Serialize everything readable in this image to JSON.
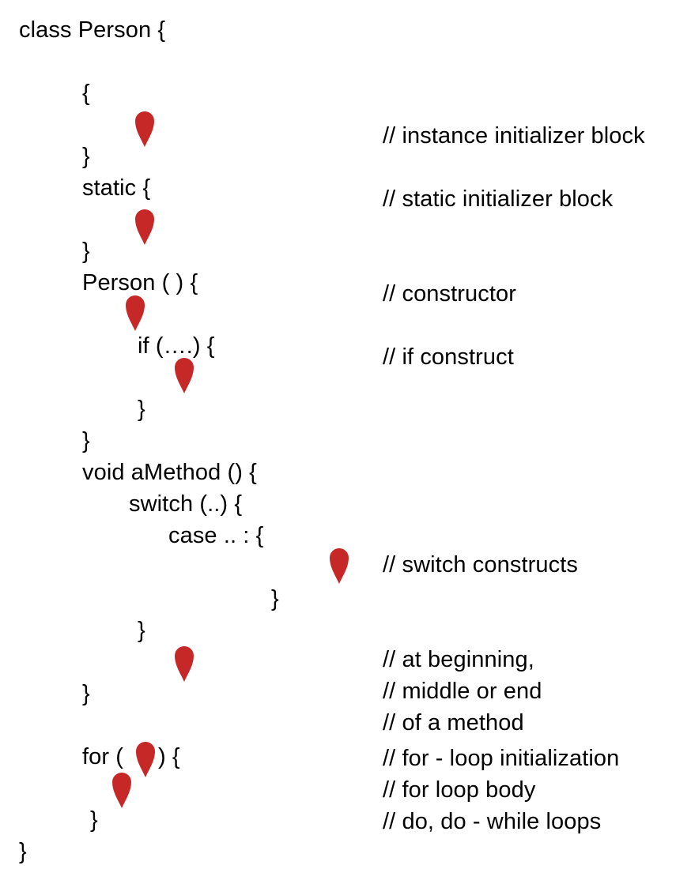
{
  "marker_color": "#c62828",
  "code": {
    "class_open": "class Person {",
    "instance_open": "{",
    "instance_close": "}",
    "static_open": "static {",
    "static_close": "}",
    "constructor_open": "Person ( ) {",
    "if_open": "if (….) {",
    "if_close": "}",
    "constructor_close": "}",
    "method_open": "void aMethod () {",
    "switch_open": "switch (..) {",
    "case_open": "case .. : {",
    "case_close": "}",
    "switch_close": "}",
    "method_close": "}",
    "for_open_prefix": "for (",
    "for_open_suffix": ") {",
    "for_close": "}",
    "class_close": "}"
  },
  "comments": {
    "instance_initializer": "// instance initializer block",
    "static_initializer": "// static initializer block",
    "constructor": "// constructor",
    "if_construct": "// if construct",
    "switch_constructs": "// switch constructs",
    "method_position_1": "// at beginning,",
    "method_position_2": "// middle or end",
    "method_position_3": "// of a method",
    "for_init": "// for - loop initialization",
    "for_body": "// for loop body",
    "do_while": "// do, do - while loops"
  },
  "markers": [
    {
      "name": "marker-instance-initializer",
      "icon": "teardrop-marker-icon"
    },
    {
      "name": "marker-static-initializer",
      "icon": "teardrop-marker-icon"
    },
    {
      "name": "marker-constructor",
      "icon": "teardrop-marker-icon"
    },
    {
      "name": "marker-if-construct",
      "icon": "teardrop-marker-icon"
    },
    {
      "name": "marker-switch-case",
      "icon": "teardrop-marker-icon"
    },
    {
      "name": "marker-method-body",
      "icon": "teardrop-marker-icon"
    },
    {
      "name": "marker-for-init",
      "icon": "teardrop-marker-icon"
    },
    {
      "name": "marker-for-body",
      "icon": "teardrop-marker-icon"
    }
  ]
}
